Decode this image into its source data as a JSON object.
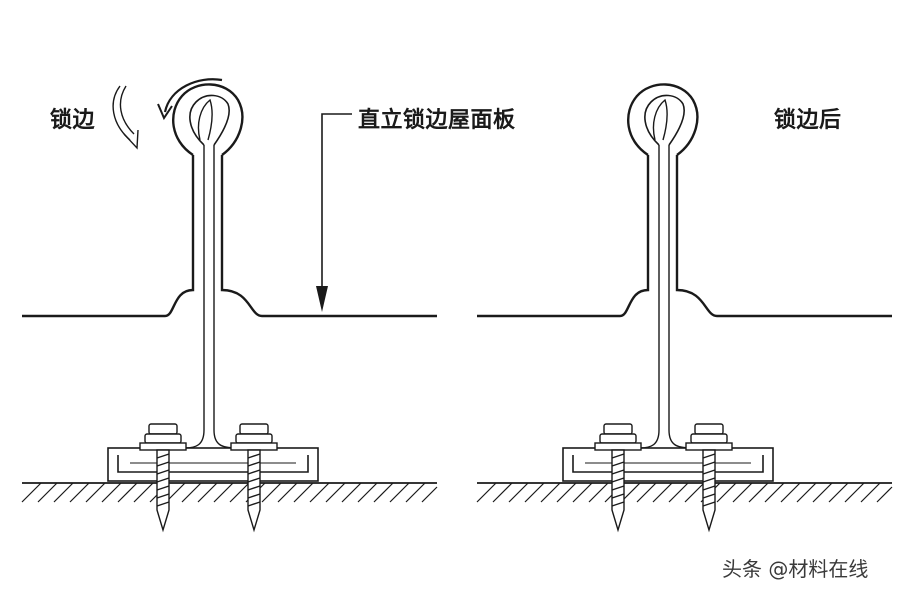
{
  "labels": {
    "seaming": "锁边",
    "standing_seam_panel": "直立锁边屋面板",
    "after_seaming": "锁边后"
  },
  "watermark": "头条 @材料在线",
  "colors": {
    "line": "#1a1a1a",
    "background": "#ffffff"
  },
  "icons": {
    "rotation": "curved-arrow-icon",
    "pointer": "down-arrow-icon"
  }
}
